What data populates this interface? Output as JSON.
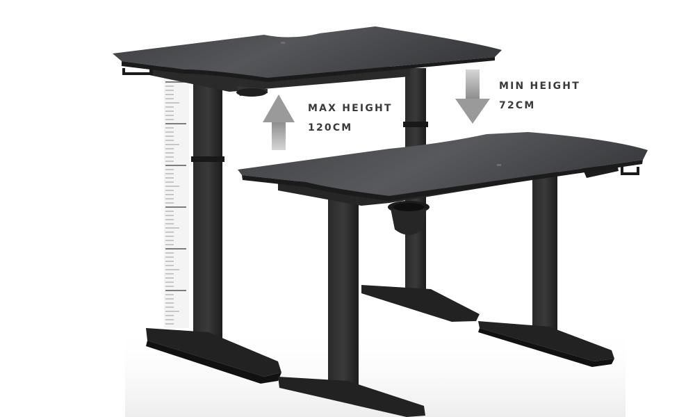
{
  "annotations": {
    "max": {
      "line1": "MAX HEIGHT",
      "line2": "120CM"
    },
    "min": {
      "line1": "MIN HEIGHT",
      "line2": "72CM"
    }
  },
  "colors": {
    "desktop": "#4a4b4e",
    "frame": "#222222",
    "arrow": "#a6a6a6",
    "text": "#3a3a3a",
    "background": "#ffffff"
  }
}
